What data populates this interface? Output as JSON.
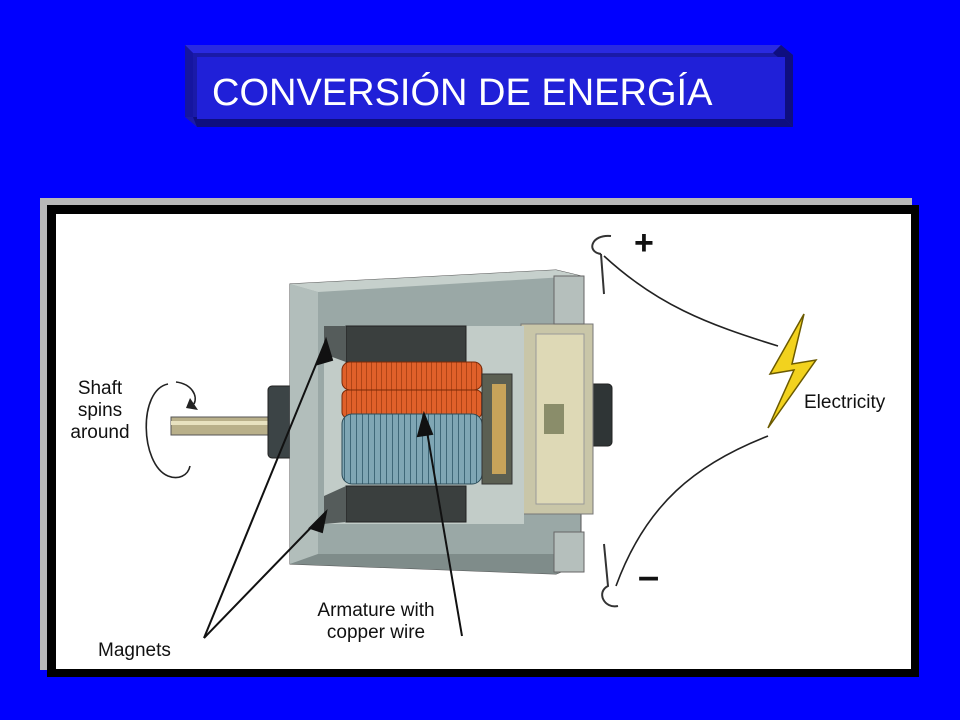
{
  "slide": {
    "title": "CONVERSIÓN DE ENERGÍA",
    "background_color": "#0000ff",
    "title_box_color": "#1f1fd0"
  },
  "diagram": {
    "labels": {
      "shaft": "Shaft\nspins\naround",
      "electricity": "Electricity",
      "magnets": "Magnets",
      "armature": "Armature with\ncopper wire",
      "plus": "+",
      "minus": "–"
    },
    "icons": [
      "lightning-bolt-icon",
      "rotation-arrow-icon"
    ],
    "colors": {
      "housing": "#9aa8a6",
      "magnet": "#3a3f3e",
      "copper": "#e0602a",
      "coil": "#7fa6b4",
      "bolt": "#f2d21e"
    }
  }
}
